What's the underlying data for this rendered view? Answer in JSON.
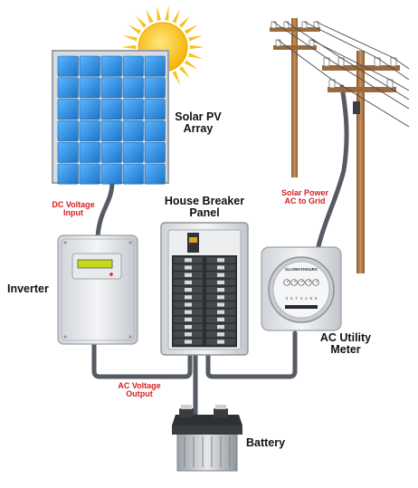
{
  "labels": {
    "solar_array": [
      "Solar PV",
      "Array"
    ],
    "dc_input": [
      "DC Voltage",
      "Input"
    ],
    "house_panel": [
      "House Breaker",
      "Panel"
    ],
    "solar_grid": [
      "Solar Power",
      "AC to Grid"
    ],
    "inverter": "Inverter",
    "meter": [
      "AC Utility",
      "Meter"
    ],
    "ac_output": [
      "AC Voltage",
      "Output"
    ],
    "battery": "Battery"
  },
  "meter_brand": "GLOWATHOURS",
  "meter_serial": "3 5 7 4 4 0 8",
  "colors": {
    "accent_red": "#d62020",
    "cable": "#555b61",
    "pole": "#b07b46",
    "panel_blue": "#2a86d8",
    "sun": "#f7c21a"
  }
}
